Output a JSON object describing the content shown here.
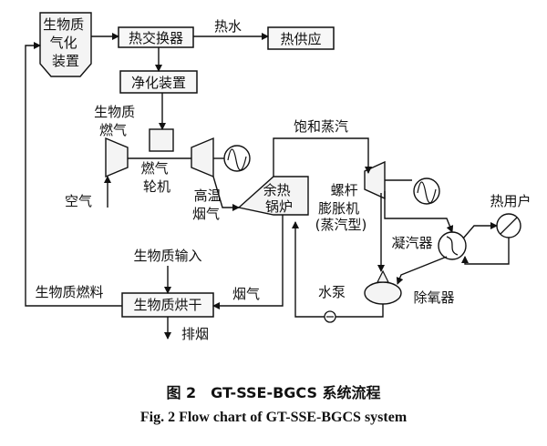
{
  "diagram": {
    "nodes": {
      "gasifier": "生物质\n气化\n装置",
      "heat_exchanger": "热交换器",
      "heat_supply": "热供应",
      "purifier": "净化装置",
      "gas_turbine": "燃气\n轮机",
      "waste_heat_boiler": "余热\n锅炉",
      "screw_expander": "螺杆\n膨胀机\n(蒸汽型)",
      "condenser": "凝汽器",
      "deaerator": "除氧器",
      "heat_user": "热用户",
      "water_pump": "水泵",
      "biomass_dryer": "生物质烘干"
    },
    "labels": {
      "hot_water": "热水",
      "biomass_fuel_gas": "生物质\n燃气",
      "air": "空气",
      "high_temp_flue_gas": "高温\n烟气",
      "saturated_steam": "饱和蒸汽",
      "biomass_input": "生物质输入",
      "biomass_fuel": "生物质燃料",
      "flue_gas": "烟气",
      "exhaust_smoke": "排烟"
    }
  },
  "caption": {
    "cn": "图 2　GT-SSE-BGCS 系统流程",
    "en": "Fig. 2 Flow chart of GT-SSE-BGCS system"
  }
}
